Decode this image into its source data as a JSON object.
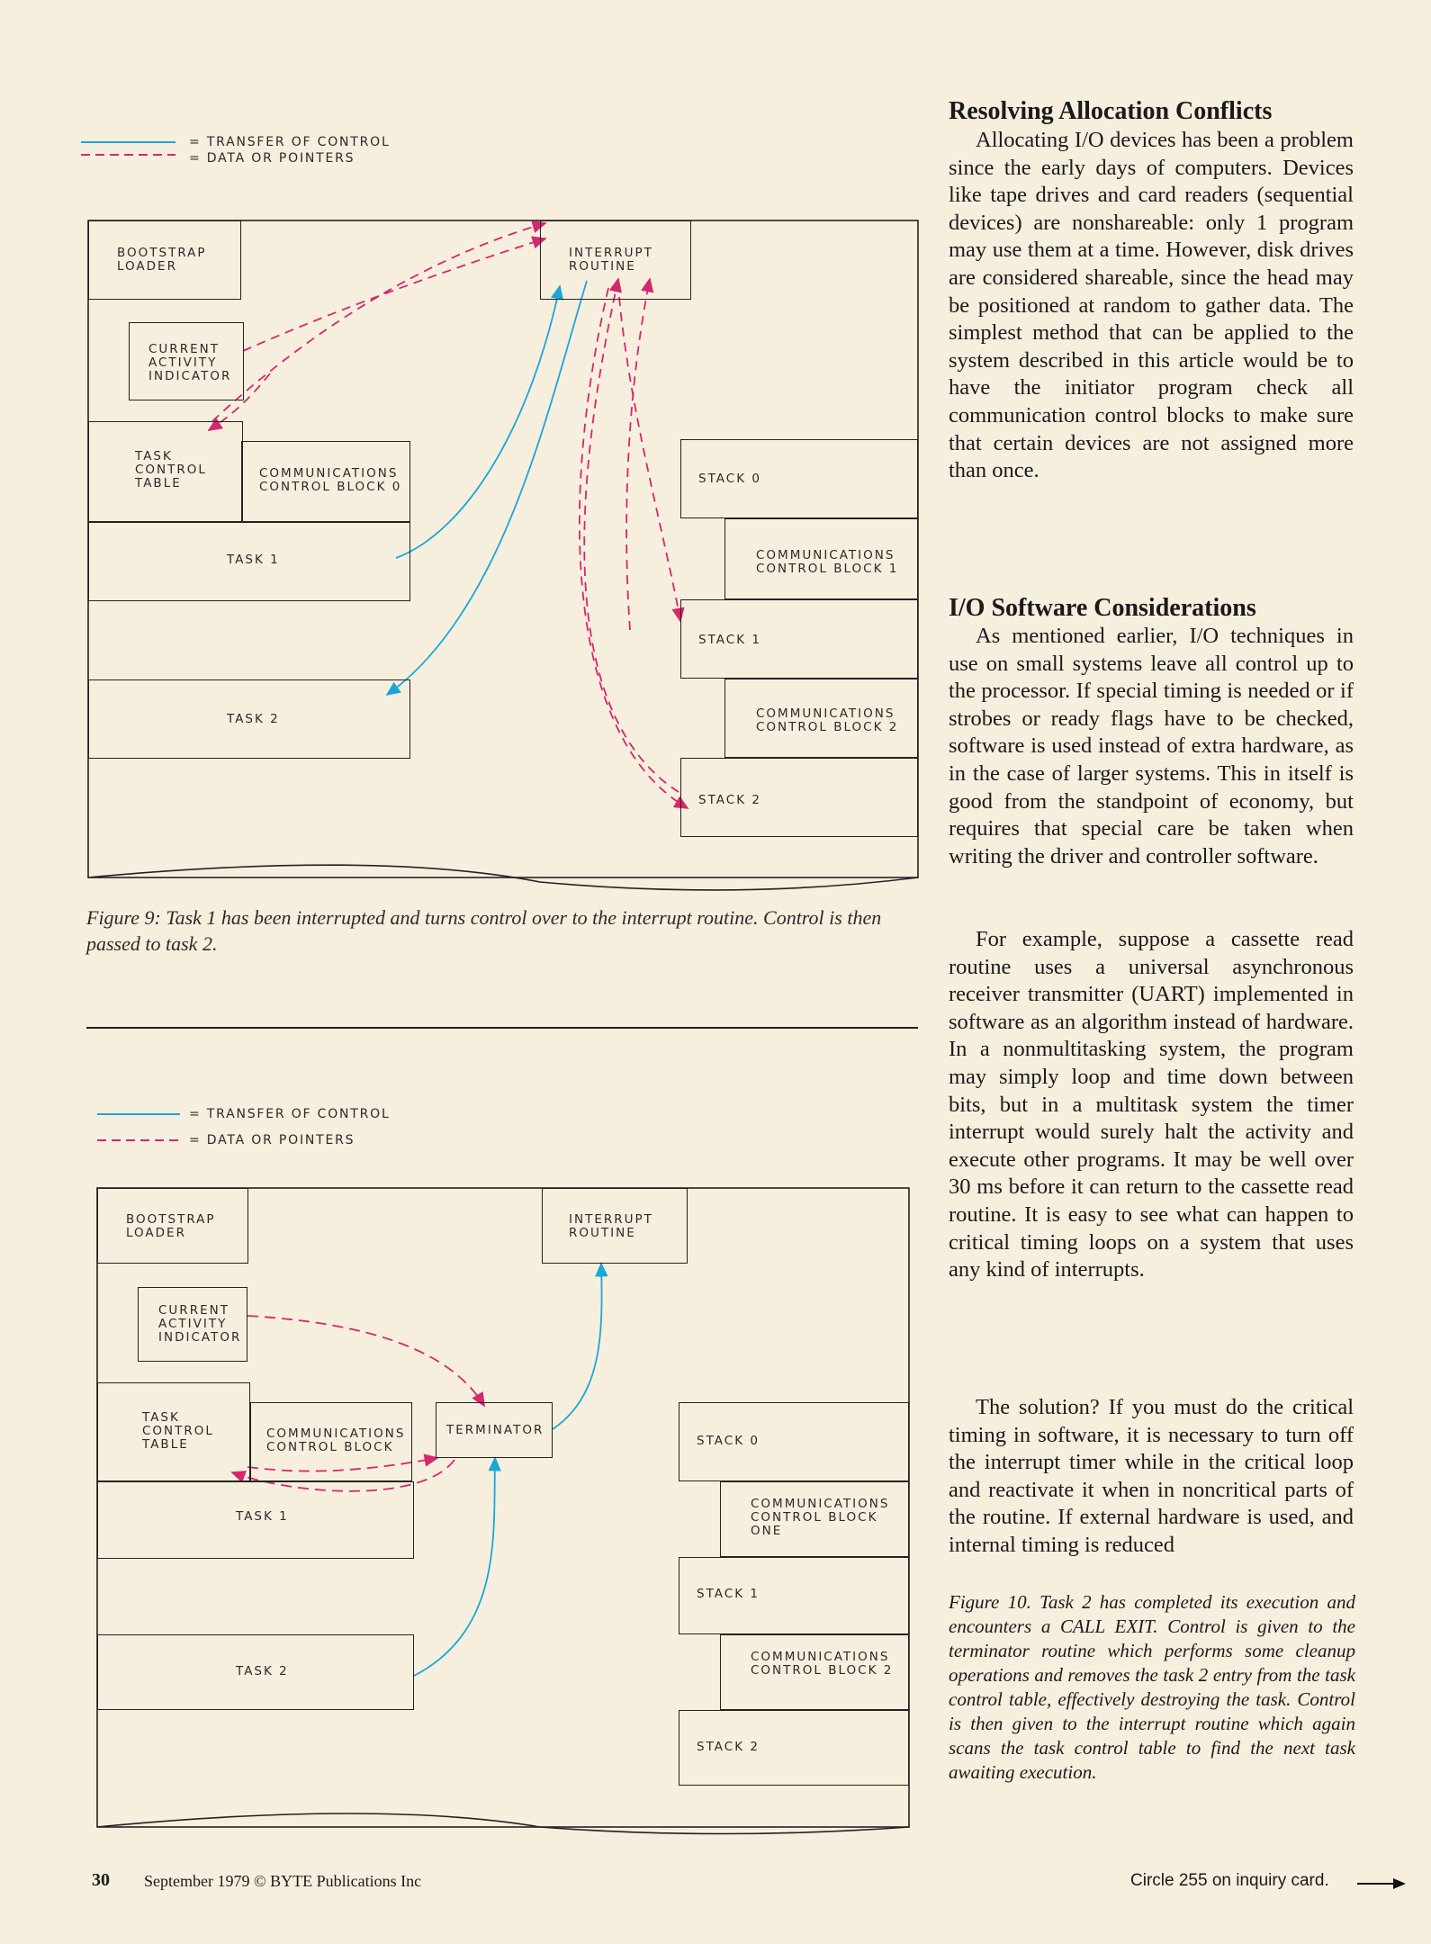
{
  "figure9": {
    "legend": {
      "transfer": "= TRANSFER OF CONTROL",
      "data": "= DATA OR POINTERS"
    },
    "labels": {
      "bootstrap": "BOOTSTRAP\nLOADER",
      "interrupt": "INTERRUPT\nROUTINE",
      "current": "CURRENT\nACTIVITY\nINDICATOR",
      "taskcontrol": "TASK\nCONTROL\nTABLE",
      "ccb0": "COMMUNICATIONS\nCONTROL BLOCK 0",
      "stack0": "STACK 0",
      "task1": "TASK 1",
      "ccb1": "COMMUNICATIONS\nCONTROL BLOCK 1",
      "stack1": "STACK 1",
      "task2": "TASK 2",
      "ccb2": "COMMUNICATIONS\nCONTROL BLOCK 2",
      "stack2": "STACK 2"
    },
    "caption": "Figure 9: Task 1 has been interrupted and turns control over to the interrupt routine. Control is then passed to task 2."
  },
  "figure10": {
    "legend": {
      "transfer": "= TRANSFER OF CONTROL",
      "data": "= DATA OR POINTERS"
    },
    "labels": {
      "bootstrap": "BOOTSTRAP\nLOADER",
      "interrupt": "INTERRUPT\nROUTINE",
      "current": "CURRENT\nACTIVITY\nINDICATOR",
      "taskcontrol": "TASK\nCONTROL\nTABLE",
      "ccb": "COMMUNICATIONS\nCONTROL BLOCK",
      "terminator": "TERMINATOR",
      "stack0": "STACK 0",
      "task1": "TASK 1",
      "ccbone": "COMMUNICATIONS\nCONTROL BLOCK\nONE",
      "stack1": "STACK 1",
      "task2": "TASK 2",
      "ccb2": "COMMUNICATIONS\nCONTROL BLOCK 2",
      "stack2": "STACK 2"
    },
    "caption": "Figure 10. Task 2 has completed its execution and encounters a CALL EXIT. Control is given to the terminator routine which performs some cleanup operations and removes the task 2 entry from the task control table, effectively destroying the task. Control is then given to the interrupt routine which again scans the task control table to find the next task awaiting execution."
  },
  "article": {
    "heading1": "Resolving Allocation Conflicts",
    "p1": "Allocating I/O devices has been a problem since the early days of computers. Devices like tape drives and card readers (sequential devices) are nonshareable: only 1 program may use them at a time. However, disk drives are considered shareable, since the head may be positioned at random to gather data. The simplest method that can be applied to the system described in this article would be to have the initiator program check all communication control blocks to make sure that certain devices are not assigned more than once.",
    "heading2": "I/O Software Considerations",
    "p2": "As mentioned earlier, I/O techniques in use on small systems leave all control up to the processor. If special timing is needed or if strobes or ready flags have to be checked, software is used instead of extra hardware, as in the case of larger systems. This in itself is good from the standpoint of economy, but requires that special care be taken when writing the driver and controller software.",
    "p3": "For example, suppose a cassette read routine uses a universal asynchronous receiver transmitter (UART) implemented in software as an algorithm instead of hardware. In a nonmultitasking system, the program may simply loop and time down between bits, but in a multitask system the timer interrupt would surely halt the activity and execute other programs. It may be well over 30 ms before it can return to the cassette read routine. It is easy to see what can happen to critical timing loops on a system that uses any kind of interrupts.",
    "p4": "The solution? If you must do the critical timing in software, it is necessary to turn off the interrupt timer while in the critical loop and reactivate it when in noncritical parts of the routine. If external hardware is used, and internal timing is reduced"
  },
  "footer": {
    "page": "30",
    "date": "September 1979 © BYTE Publications Inc",
    "inquiry": "Circle 255 on inquiry card."
  },
  "colors": {
    "control": "#1aa6d8",
    "data": "#d6266e",
    "paper": "#f6efde"
  }
}
